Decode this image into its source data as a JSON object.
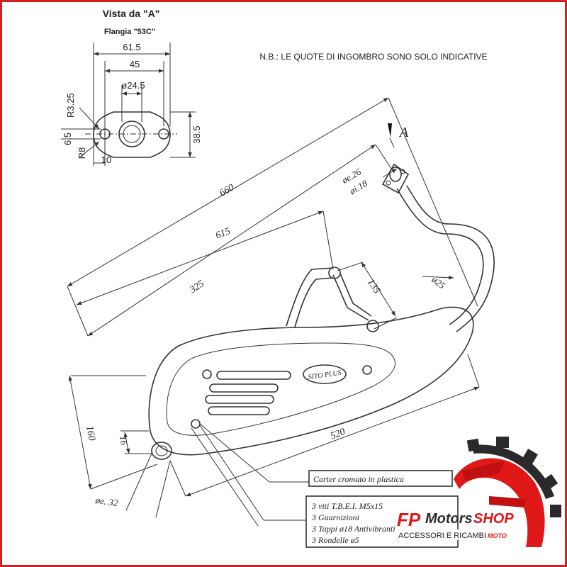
{
  "header": {
    "view_title": "Vista da \"A\"",
    "flange_label": "Flangia \"53C\"",
    "note": "N.B.: LE QUOTE DI INGOMBRO SONO SOLO INDICATIVE"
  },
  "flange_dims": {
    "width_outer": "61.5",
    "width_holes": "45",
    "bore": "ø24.5",
    "radius_top": "R3.25",
    "small": "6.5",
    "radius_bottom": "R8",
    "offset": "10",
    "height": "38.5"
  },
  "view_marker": "A",
  "exhaust_dims": {
    "overall_length": "660",
    "length_615": "615",
    "length_325": "325",
    "mount_spacing": "135",
    "pipe_diameter": "ø25",
    "inlet_outer": "øe.26",
    "inlet_inner": "øi.18",
    "height": "160",
    "outlet_offset": "16",
    "silencer_length": "520",
    "outlet_diameter": "øe. 32"
  },
  "silencer_brand": "SITO PLUS",
  "callouts": {
    "cover": "Carter cromato in plastica",
    "kit_lines": [
      "3 viti T.B.E.I. M5x15",
      "3 Guarnizioni",
      "3 Tappi ø18 Antivibranti",
      "3 Rondelle ø5"
    ]
  },
  "logo": {
    "brand_part1": "FP",
    "brand_part2": "Motors",
    "brand_part3": "SHOP",
    "tagline_main": "ACCESSORI E RICAMBI",
    "tagline_accent": "MOTO"
  },
  "colors": {
    "frame": "#d42020",
    "logo_red": "#e01818",
    "logo_dark": "#2a2a2a"
  }
}
